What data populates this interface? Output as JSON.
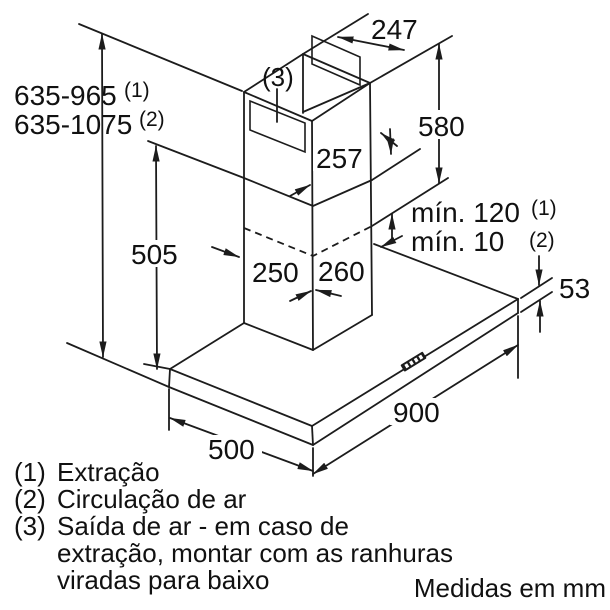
{
  "diagram": {
    "dims": {
      "total_height_extraction": "635-965",
      "total_height_extraction_ref": "(1)",
      "total_height_recirculation": "635-1075",
      "total_height_recirculation_ref": "(2)",
      "chimney_top_depth": "247",
      "upper_chimney_height": "580",
      "chimney_overlap": "257",
      "vent_ref": "(3)",
      "min_clearance_extraction": "mín. 120",
      "min_clearance_extraction_ref": "(1)",
      "min_clearance_recirculation": "mín. 10",
      "min_clearance_recirculation_ref": "(2)",
      "canopy_thickness": "53",
      "chimney_wall_height": "505",
      "chimney_width_left": "250",
      "chimney_width_right": "260",
      "hood_width": "900",
      "hood_depth": "500"
    },
    "legend": [
      {
        "num": "(1)",
        "text": "Extração"
      },
      {
        "num": "(2)",
        "text": "Circulação de ar"
      },
      {
        "num": "(3)",
        "text": "Saída de ar - em caso de"
      },
      {
        "num": "",
        "text": "extração, montar com as ranhuras"
      },
      {
        "num": "",
        "text": "viradas para baixo"
      }
    ],
    "units_note": "Medidas em mm",
    "colors": {
      "line": "#1c1c1c",
      "background": "#ffffff"
    }
  }
}
